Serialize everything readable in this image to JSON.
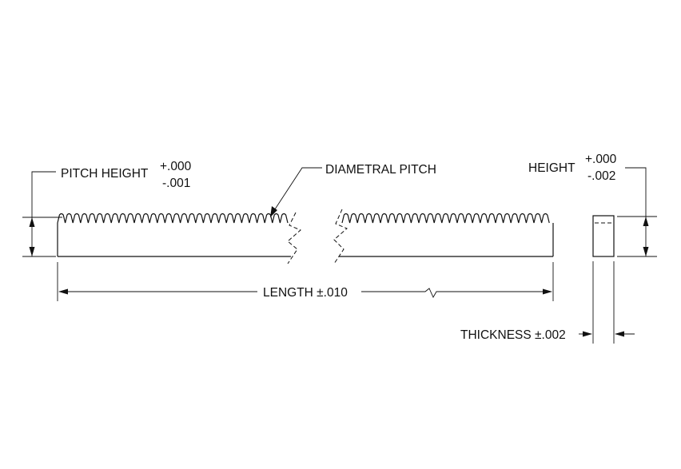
{
  "labels": {
    "pitch_height": "PITCH HEIGHT",
    "pitch_height_tol_plus": "+.000",
    "pitch_height_tol_minus": "-.001",
    "diametral_pitch": "DIAMETRAL PITCH",
    "height": "HEIGHT",
    "height_tol_plus": "+.000",
    "height_tol_minus": "-.002",
    "length": "LENGTH ±.010",
    "thickness": "THICKNESS ±.002"
  },
  "colors": {
    "line": "#111111",
    "background": "#ffffff"
  }
}
